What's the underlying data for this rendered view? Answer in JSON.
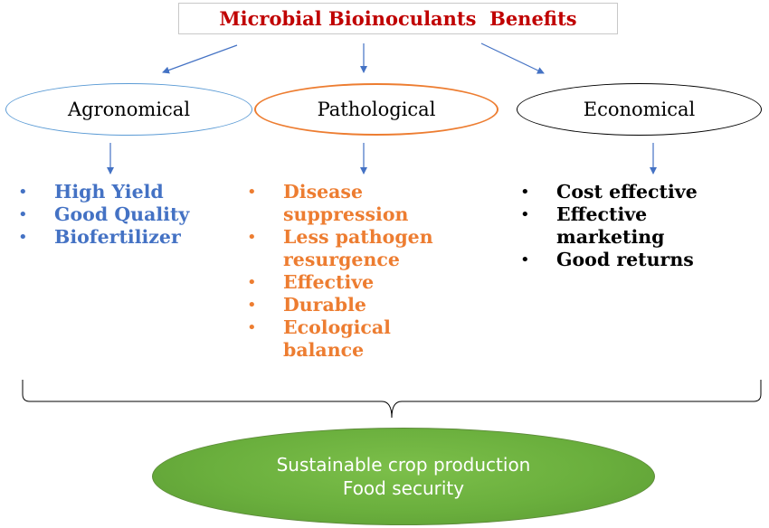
{
  "title": "Microbial Bioinoculants  Benefits",
  "categories": [
    {
      "name": "Agronomical",
      "items": [
        "High Yield",
        "Good Quality",
        "Biofertilizer"
      ]
    },
    {
      "name": "Pathological",
      "items": [
        "Disease suppression",
        "Less pathogen resurgence",
        "Effective",
        "Durable",
        "Ecological balance"
      ]
    },
    {
      "name": "Economical",
      "items": [
        "Cost effective",
        "Effective marketing",
        "Good returns"
      ]
    }
  ],
  "outcome": {
    "line1": "Sustainable crop production",
    "line2": "Food security"
  },
  "colors": {
    "title": "#c00000",
    "agronomical": "#4472c4",
    "pathological": "#ed7d31",
    "economical": "#000000",
    "arrow": "#4472c4",
    "outcome_fill": "#6aaf3d",
    "outcome_text": "#ffffff"
  }
}
